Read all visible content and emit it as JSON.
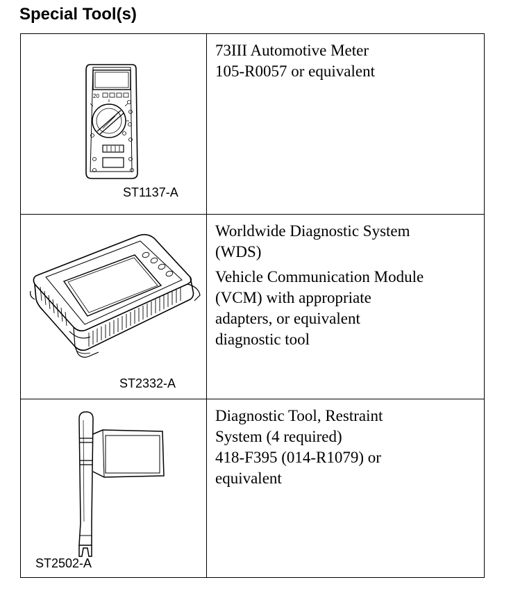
{
  "page": {
    "title": "Special Tool(s)"
  },
  "tools": [
    {
      "figure_code": "ST1137-A",
      "icon": "automotive-meter-icon",
      "lines": [
        "73III Automotive Meter",
        "105-R0057 or equivalent"
      ]
    },
    {
      "figure_code": "ST2332-A",
      "icon": "diagnostic-system-icon",
      "paragraphs": [
        [
          "Worldwide Diagnostic System",
          "(WDS)"
        ],
        [
          "Vehicle Communication Module",
          "(VCM) with appropriate",
          "adapters, or equivalent",
          "diagnostic tool"
        ]
      ]
    },
    {
      "figure_code": "ST2502-A",
      "icon": "restraint-diagnostic-tool-icon",
      "lines": [
        "Diagnostic Tool, Restraint",
        "System (4 required)",
        "418-F395 (014-R1079) or",
        "equivalent"
      ]
    }
  ]
}
